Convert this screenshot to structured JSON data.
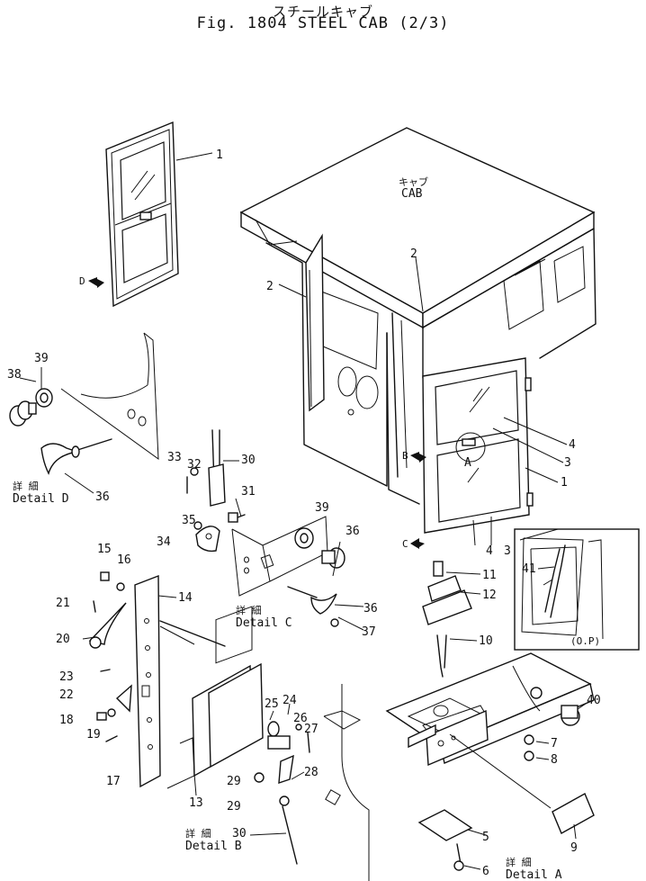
{
  "header": {
    "title_jp": "スチールキャブ",
    "title_en": "Fig. 1804 STEEL CAB (2/3)"
  },
  "cab_label": {
    "jp": "キャブ",
    "en": "CAB"
  },
  "details": {
    "d": {
      "jp": "詳 細",
      "en": "Detail D"
    },
    "c": {
      "jp": "詳 細",
      "en": "Detail C"
    },
    "b": {
      "jp": "詳 細",
      "en": "Detail B"
    },
    "a": {
      "jp": "詳 細",
      "en": "Detail A"
    }
  },
  "arrows": {
    "a": "A",
    "b": "B",
    "c": "C",
    "d": "D"
  },
  "inset_note": "(O.P)",
  "part_labels": {
    "p1_win": "1",
    "p1_door": "1",
    "p2_left": "2",
    "p2_roof": "2",
    "p3_top": "3",
    "p3_bot": "3",
    "p4_top": "4",
    "p4_bot": "4",
    "p5": "5",
    "p6": "6",
    "p7": "7",
    "p8": "8",
    "p9": "9",
    "p10": "10",
    "p11": "11",
    "p12": "12",
    "p13": "13",
    "p14": "14",
    "p15": "15",
    "p16": "16",
    "p17": "17",
    "p18": "18",
    "p19": "19",
    "p20": "20",
    "p21": "21",
    "p22": "22",
    "p23": "23",
    "p24": "24",
    "p25": "25",
    "p26": "26",
    "p27": "27",
    "p28": "28",
    "p29a": "29",
    "p29b": "29",
    "p30c": "30",
    "p30b": "30",
    "p31": "31",
    "p32": "32",
    "p33": "33",
    "p34": "34",
    "p35": "35",
    "p36d": "36",
    "p36c": "36",
    "p36": "36",
    "p37": "37",
    "p38": "38",
    "p39d": "39",
    "p39c": "39",
    "p40": "40",
    "p41": "41"
  }
}
